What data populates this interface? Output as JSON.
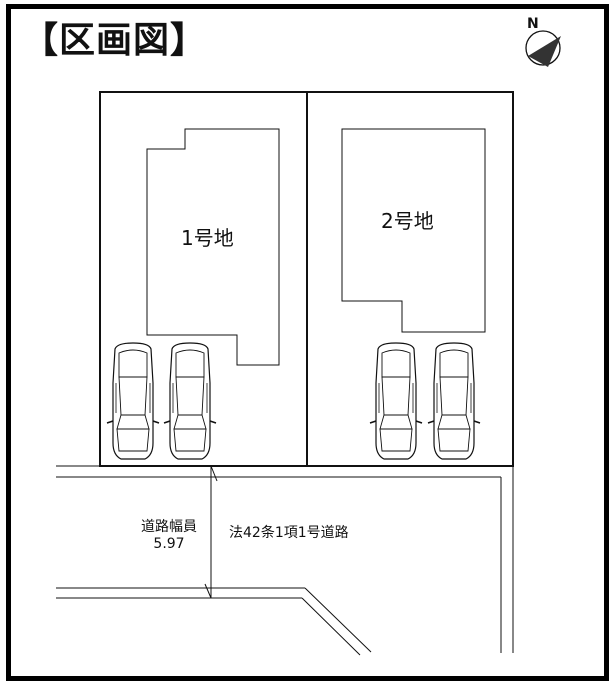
{
  "title": "【区画図】",
  "compass": {
    "label": "N",
    "icon": "north-arrow-icon"
  },
  "lots": [
    {
      "label": "1号地",
      "parking_spaces": 2
    },
    {
      "label": "2号地",
      "parking_spaces": 2
    }
  ],
  "road": {
    "width_label": "道路幅員",
    "width_value": "5.97",
    "type_label": "法42条1項1号道路"
  },
  "colors": {
    "line": "#111111",
    "background": "#ffffff"
  }
}
